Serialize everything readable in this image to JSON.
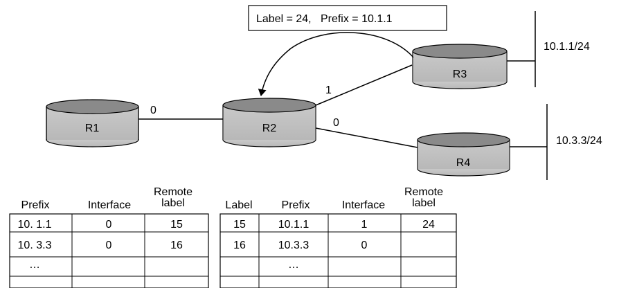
{
  "message": "Label = 24,   Prefix = 10.1.1",
  "routers": [
    {
      "name": "R1"
    },
    {
      "name": "R2"
    },
    {
      "name": "R3"
    },
    {
      "name": "R4"
    }
  ],
  "link_labels": {
    "r1_r2": "0",
    "r2_r3": "1",
    "r2_r4": "0"
  },
  "subnets": {
    "r3": "10.1.1/24",
    "r4": "10.3.3/24"
  },
  "table_left": {
    "headers": [
      "Prefix",
      "Interface",
      "Remote label"
    ],
    "header_remote_line1": "Remote",
    "header_remote_line2": "label",
    "rows": [
      [
        "10. 1.1",
        "0",
        "15"
      ],
      [
        "10. 3.3",
        "0",
        "16"
      ],
      [
        "…",
        "",
        ""
      ],
      [
        "",
        "",
        ""
      ]
    ]
  },
  "table_right": {
    "headers": [
      "Label",
      "Prefix",
      "Interface",
      "Remote label"
    ],
    "header_remote_line1": "Remote",
    "header_remote_line2": "label",
    "rows": [
      [
        "15",
        "10.1.1",
        "1",
        "24"
      ],
      [
        "16",
        "10.3.3",
        "0",
        ""
      ],
      [
        "",
        "…",
        "",
        ""
      ],
      [
        "",
        "",
        "",
        ""
      ]
    ]
  }
}
